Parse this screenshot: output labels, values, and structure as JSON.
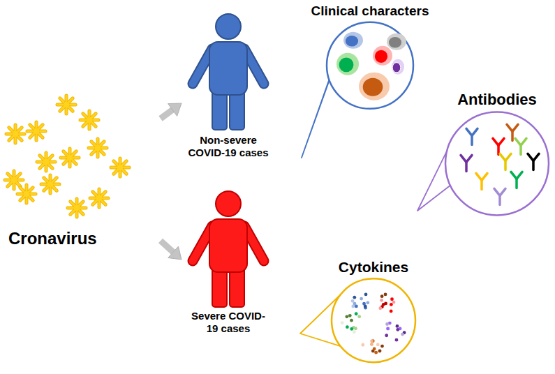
{
  "diagram": {
    "nodes": [
      {
        "text": [
          "Cronavirus"
        ]
      },
      {
        "text": [
          "Non-severe COVID-19 cases"
        ]
      },
      {
        "text": [
          "Severe COVID-19 cases"
        ]
      },
      {
        "text": [
          "Clinical characters"
        ]
      },
      {
        "text": [
          "Antibodies"
        ]
      },
      {
        "text": [
          "Cytokines"
        ]
      }
    ],
    "edges": [
      {
        "from": 0,
        "to": 1,
        "arrow": "to"
      },
      {
        "from": 0,
        "to": 2,
        "arrow": "to"
      }
    ]
  }
}
